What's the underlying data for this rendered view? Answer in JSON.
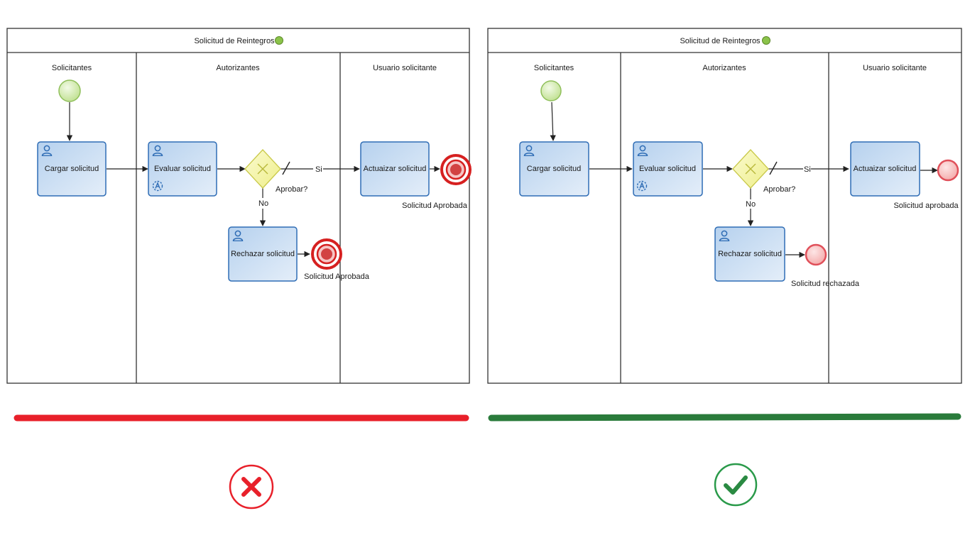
{
  "colors": {
    "wrong": "#e8202a",
    "right": "#2a7b3b",
    "task_border": "#2f6db5",
    "start_event": "#c8e6a0",
    "end_event_bad": "#d62020",
    "end_event_good": "#f5b8b8",
    "gateway": "#f5f5a8"
  },
  "left": {
    "pool_title": "Solicitud de Reintegros",
    "lanes": [
      "Solicitantes",
      "Autorizantes",
      "Usuario solicitante"
    ],
    "tasks": {
      "cargar": "Cargar solicitud",
      "evaluar": "Evaluar solicitud",
      "rechazar": "Rechazar solicitud",
      "actualizar": "Actuaizar solicitud"
    },
    "gateway_label": "Aprobar?",
    "flow_si": "Si",
    "flow_no": "No",
    "end_top_label": "Solicitud Aprobada",
    "end_bottom_label": "Solicitud Aprobada",
    "verdict_icon": "cross-icon"
  },
  "right": {
    "pool_title": "Solicitud de Reintegros",
    "lanes": [
      "Solicitantes",
      "Autorizantes",
      "Usuario solicitante"
    ],
    "tasks": {
      "cargar": "Cargar solicitud",
      "evaluar": "Evaluar solicitud",
      "rechazar": "Rechazar solicitud",
      "actualizar": "Actuaizar solicitud"
    },
    "gateway_label": "Aprobar?",
    "flow_si": "Si",
    "flow_no": "No",
    "end_top_label": "Solicitud aprobada",
    "end_bottom_label": "Solicitud rechazada",
    "verdict_icon": "check-icon"
  }
}
